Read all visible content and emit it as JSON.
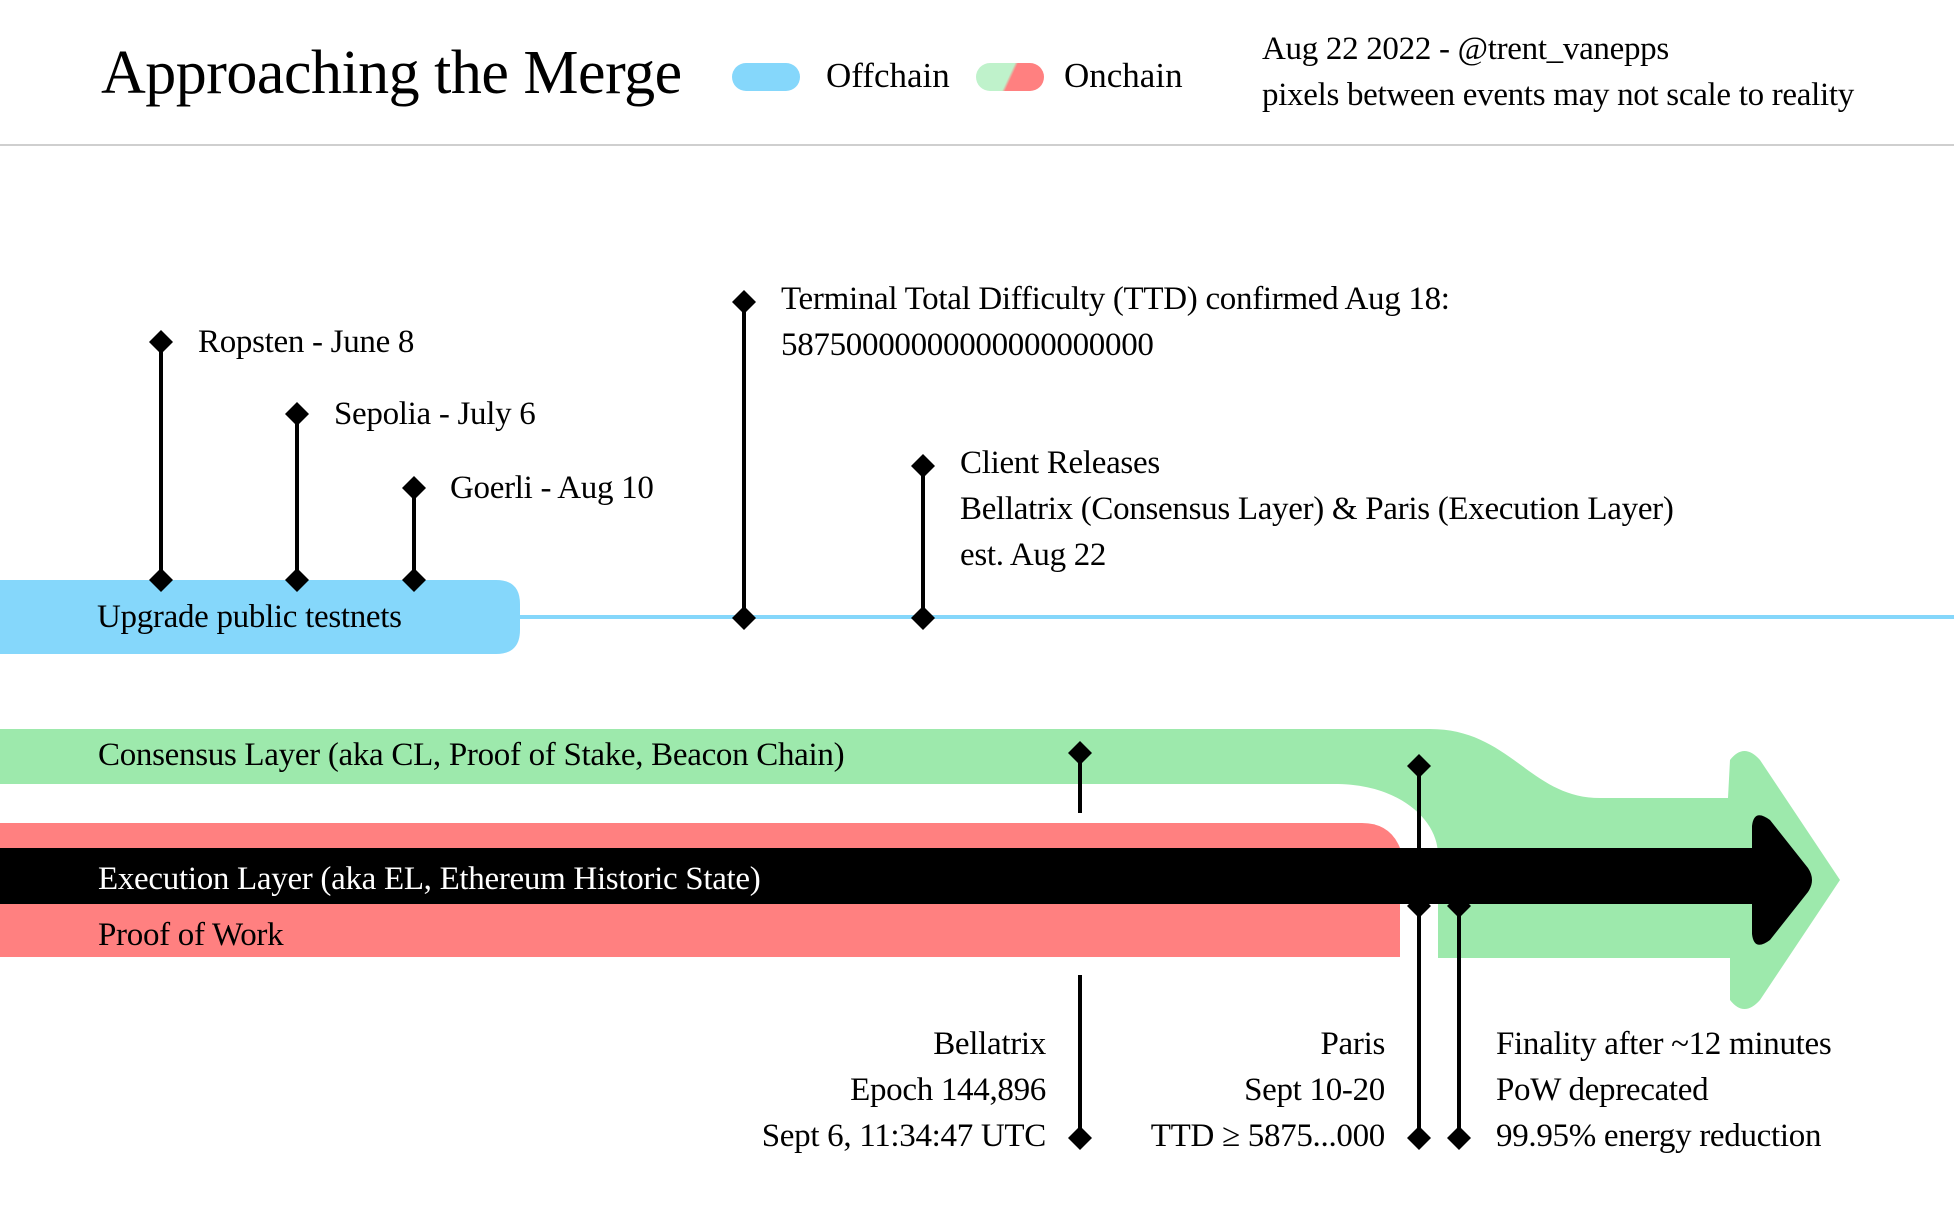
{
  "header": {
    "title": "Approaching the Merge",
    "legend": [
      {
        "label": "Offchain",
        "color": "#85d7fb"
      },
      {
        "label": "Onchain",
        "colors": [
          "#bff2cb",
          "#ff8080"
        ]
      }
    ],
    "meta_line1": "Aug 22 2022 - @trent_vanepps",
    "meta_line2": "pixels between events may not scale to reality"
  },
  "colors": {
    "offchain": "#85d7fb",
    "consensus": "#9de9ac",
    "proof_of_work": "#ff8080",
    "execution": "#000000"
  },
  "offchain_track": {
    "bar_label": "Upgrade public testnets",
    "testnets": [
      "Ropsten - June 8",
      "Sepolia - July 6",
      "Goerli - Aug 10"
    ],
    "ttd": {
      "line1": "Terminal Total Difficulty (TTD) confirmed Aug 18:",
      "line2": "58750000000000000000000"
    },
    "client_releases": {
      "line1": "Client Releases",
      "line2": "Bellatrix (Consensus Layer) & Paris (Execution Layer)",
      "line3": "est. Aug 22"
    }
  },
  "onchain_track": {
    "consensus_label": "Consensus Layer (aka CL, Proof of Stake, Beacon Chain)",
    "execution_label": "Execution Layer (aka EL, Ethereum Historic State)",
    "pow_label": "Proof of Work"
  },
  "events": {
    "bellatrix": {
      "line1": "Bellatrix",
      "line2": "Epoch 144,896",
      "line3": "Sept 6, 11:34:47 UTC"
    },
    "paris": {
      "line1": "Paris",
      "line2": "Sept 10-20",
      "line3": "TTD ≥ 5875...000"
    },
    "finality": {
      "line1": "Finality after ~12 minutes",
      "line2": "PoW deprecated",
      "line3": "99.95% energy reduction"
    }
  }
}
